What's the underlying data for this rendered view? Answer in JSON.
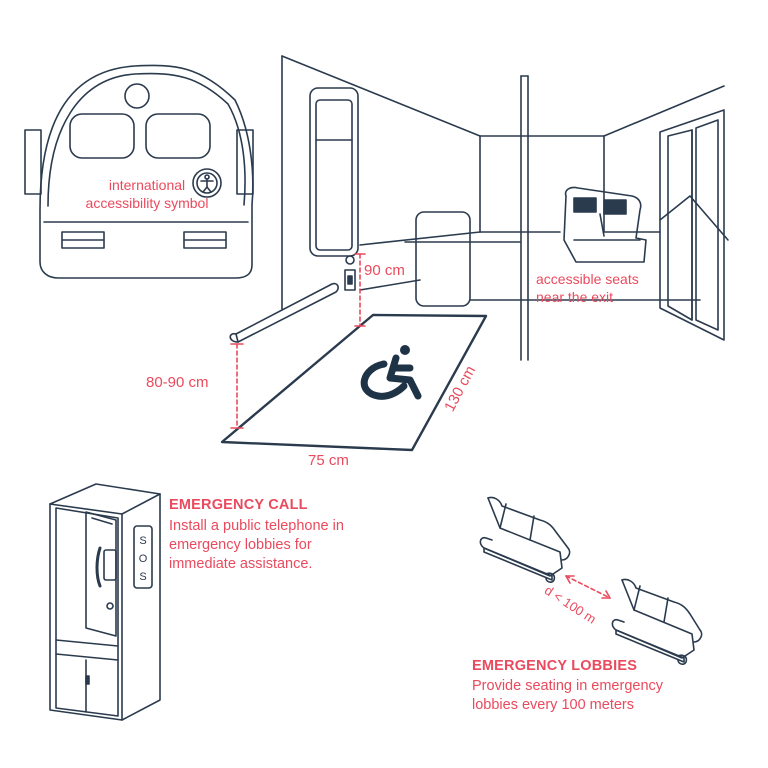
{
  "labels": {
    "train_symbol": [
      "international",
      "accessibility symbol"
    ],
    "seats": [
      "accessible seats",
      "near the exit"
    ],
    "height_90": "90 cm",
    "height_8090": "80-90 cm",
    "width_75": "75 cm",
    "length_130": "130 cm",
    "distance": "d < 100 m",
    "sos": [
      "S",
      "O",
      "S"
    ]
  },
  "emergency_call": {
    "title": "EMERGENCY CALL",
    "lines": [
      "Install a public telephone in",
      "emergency lobbies for",
      "immediate assistance."
    ]
  },
  "emergency_lobbies": {
    "title": "EMERGENCY LOBBIES",
    "lines": [
      "Provide seating in emergency",
      "lobbies every 100 meters"
    ]
  },
  "colors": {
    "line": "#2b3b4e",
    "accent": "#ea4a5d",
    "symbol": "#1f3347"
  }
}
